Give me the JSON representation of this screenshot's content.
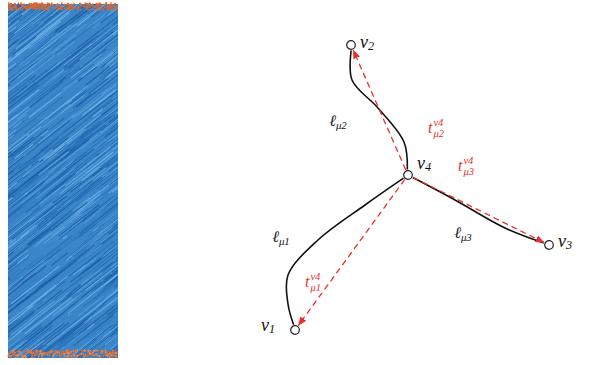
{
  "diagram": {
    "nodes": [
      {
        "text": [
          "ν2"
        ]
      },
      {
        "text": [
          "ν4"
        ]
      },
      {
        "text": [
          "ν3"
        ]
      },
      {
        "text": [
          "ν1"
        ]
      }
    ],
    "edges": [
      {
        "from": 3,
        "to": 1,
        "label": "ℓμ1",
        "arrow": "none"
      },
      {
        "from": 0,
        "to": 1,
        "label": "ℓμ2",
        "arrow": "none"
      },
      {
        "from": 1,
        "to": 2,
        "label": "ℓμ3",
        "arrow": "none"
      },
      {
        "from": 1,
        "to": 3,
        "label": "tν4μ1",
        "arrow": "to"
      },
      {
        "from": 1,
        "to": 0,
        "label": "tν4μ2",
        "arrow": "to"
      },
      {
        "from": 1,
        "to": 2,
        "label": "tν4μ3",
        "arrow": "to"
      }
    ]
  }
}
